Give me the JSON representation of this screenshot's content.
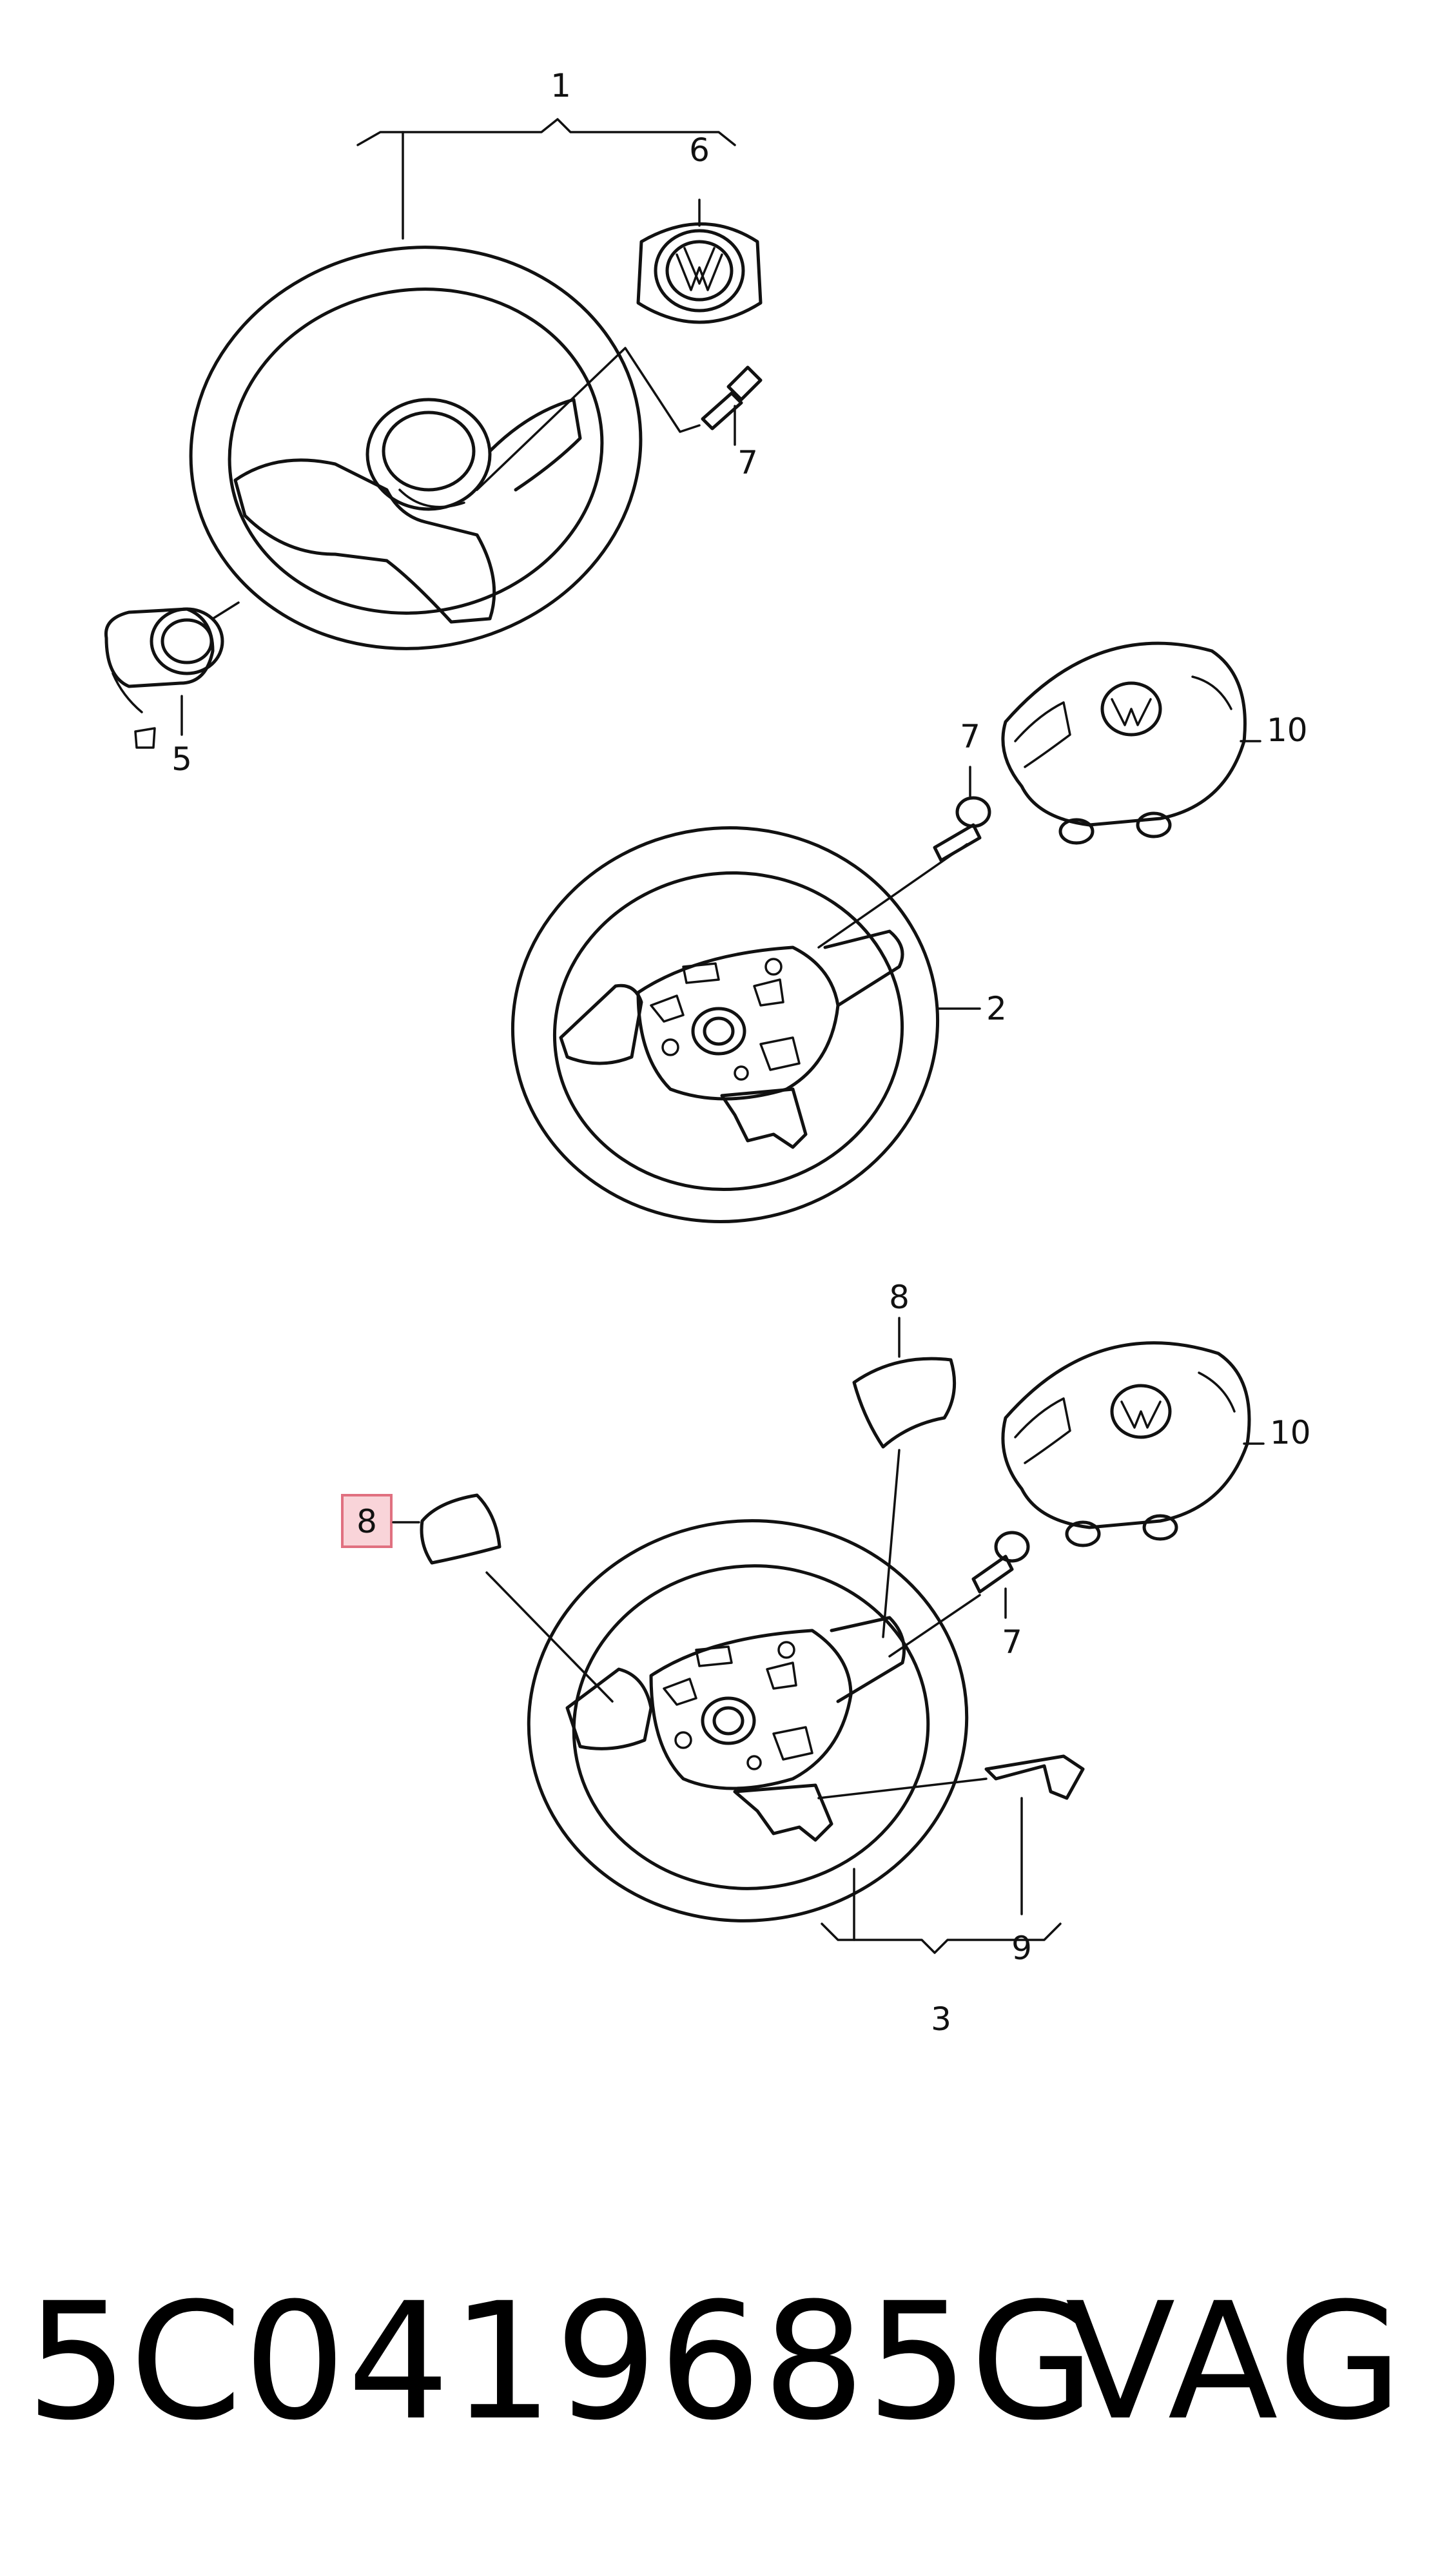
{
  "callouts": {
    "c1": "1",
    "c2": "2",
    "c3": "3",
    "c5": "5",
    "c6": "6",
    "c7a": "7",
    "c7b": "7",
    "c7c": "7",
    "c8a": "8",
    "c8b": "8",
    "c9": "9",
    "c10a": "10",
    "c10b": "10"
  },
  "highlighted_callout": "8",
  "footer": {
    "part_number": "5C0419685G",
    "brand": "VAG"
  },
  "colors": {
    "line": "#111111",
    "highlight_fill": "#f9d4d9",
    "highlight_border": "#e07080"
  }
}
